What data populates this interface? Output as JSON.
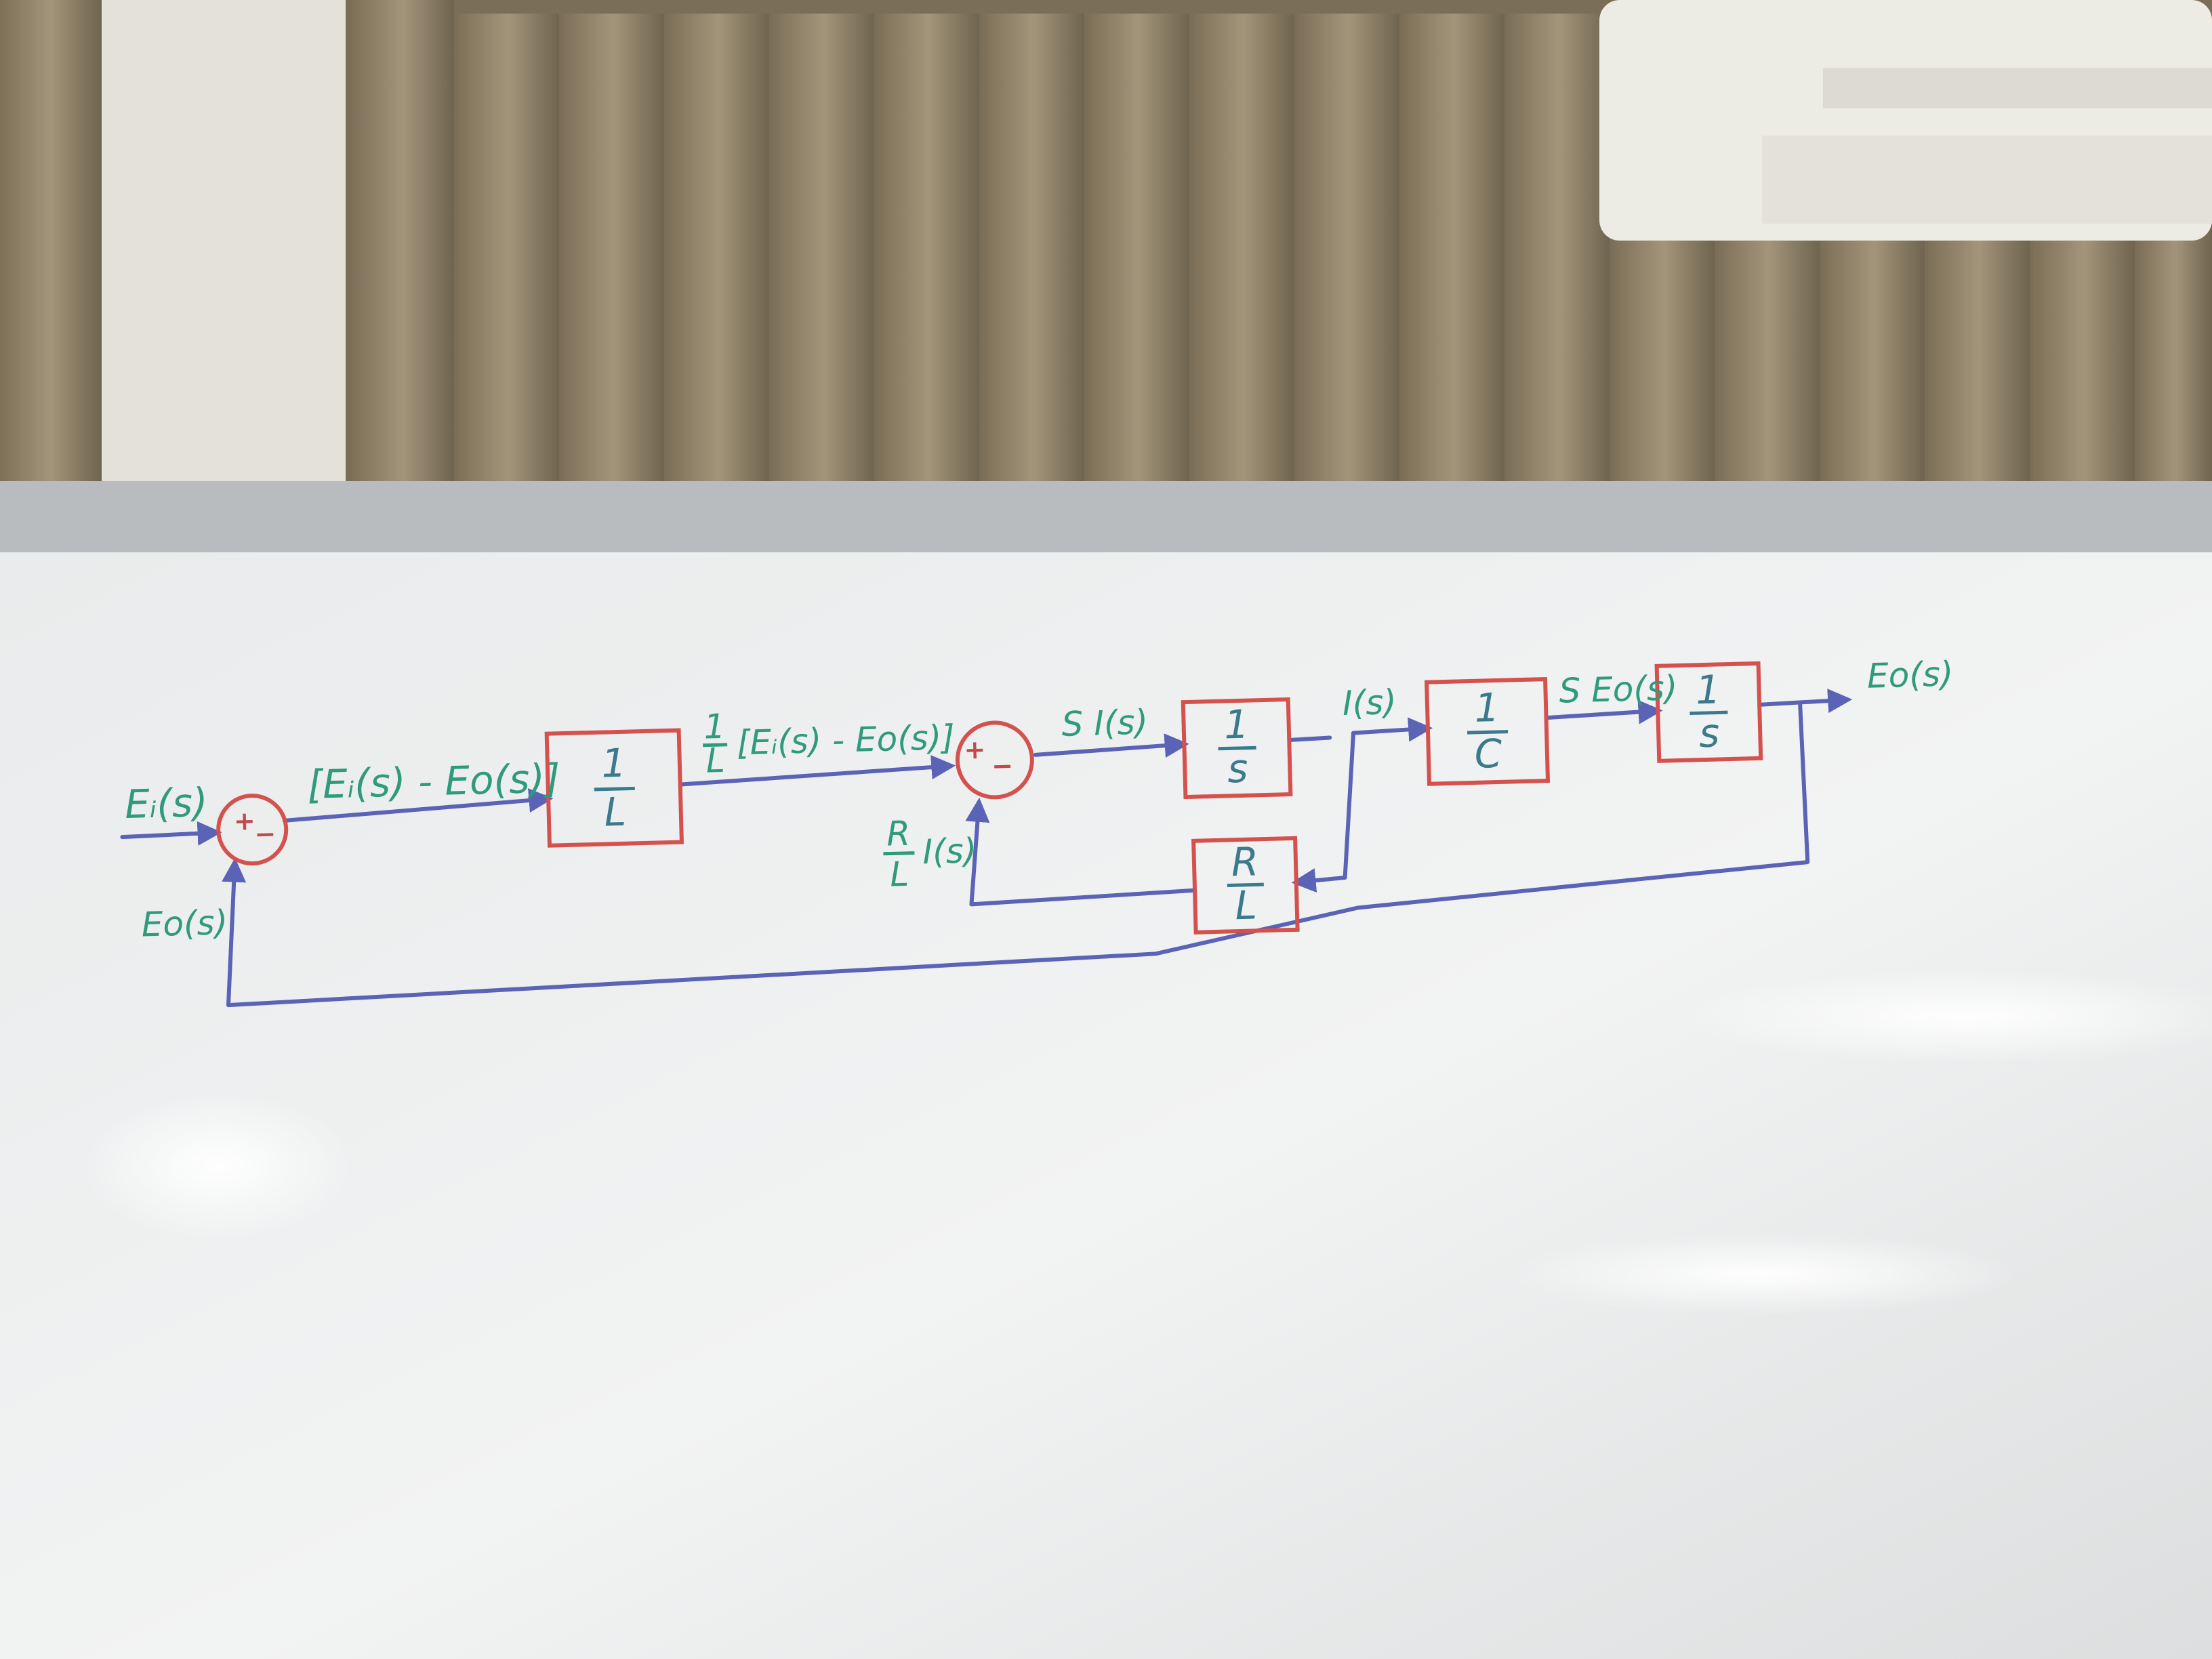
{
  "diagram": {
    "input_label": "Eᵢ(s)",
    "feedback_label_left": "Eo(s)",
    "error_label": "[Eᵢ(s) - Eo(s)]",
    "after_l_label": "[Eᵢ(s) - Eo(s)]",
    "after_l_frac_num": "1",
    "after_l_frac_den": "L",
    "si_label": "S I(s)",
    "i_label": "I(s)",
    "se_label": "S Eo(s)",
    "output_label": "Eo(s)",
    "rl_fb_num": "R",
    "rl_fb_den": "L",
    "rl_fb_var": "I(s)",
    "blocks": {
      "inv_l": {
        "num": "1",
        "den": "L"
      },
      "inv_s1": {
        "num": "1",
        "den": "s"
      },
      "inv_c": {
        "num": "1",
        "den": "C"
      },
      "inv_s2": {
        "num": "1",
        "den": "s"
      },
      "r_over_l": {
        "num": "R",
        "den": "L"
      }
    },
    "summing_junctions": {
      "sum1": {
        "plus": "+",
        "minus": "−"
      },
      "sum2": {
        "plus": "+",
        "minus": "−"
      }
    }
  }
}
